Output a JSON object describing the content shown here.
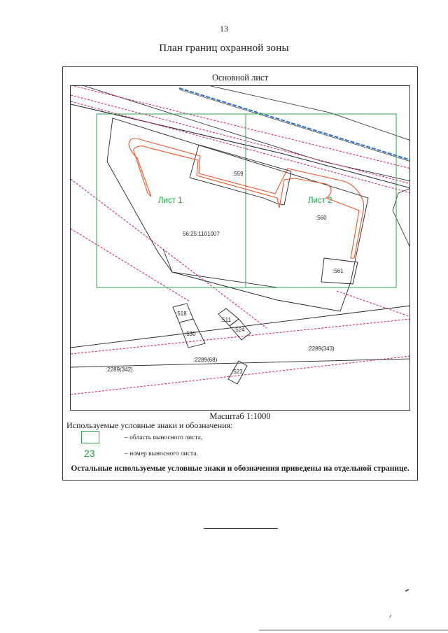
{
  "page_number": "13",
  "title": "План границ охранной зоны",
  "sheet_heading": "Основной лист",
  "scale": "Масштаб 1:1000",
  "map": {
    "sheet_labels": [
      "Лист 1",
      "Лист 2"
    ],
    "cadastral_block": "56:25:1101007",
    "parcels": [
      ":559",
      ":560",
      ":561",
      ":518",
      ":530",
      ":511",
      ":524",
      ":523"
    ],
    "road_labels": [
      ":2289(342)",
      ":2289(68)",
      ":2289(343)"
    ],
    "colors": {
      "sheet_boundary": "#2ea44f",
      "protection_zone": "#e8552f",
      "dashed_line": "#d62f6a",
      "blue_line": "#2f6fc7",
      "parcel_line": "#222222"
    }
  },
  "legend": {
    "title": "Используемые условные знаки и обозначения:",
    "box_desc": "– область выносного листа,",
    "sample_number": "23",
    "number_desc": "– номер выносного листа."
  },
  "footnote": "Остальные используемые условные знаки и обозначения приведены на отдельной странице."
}
